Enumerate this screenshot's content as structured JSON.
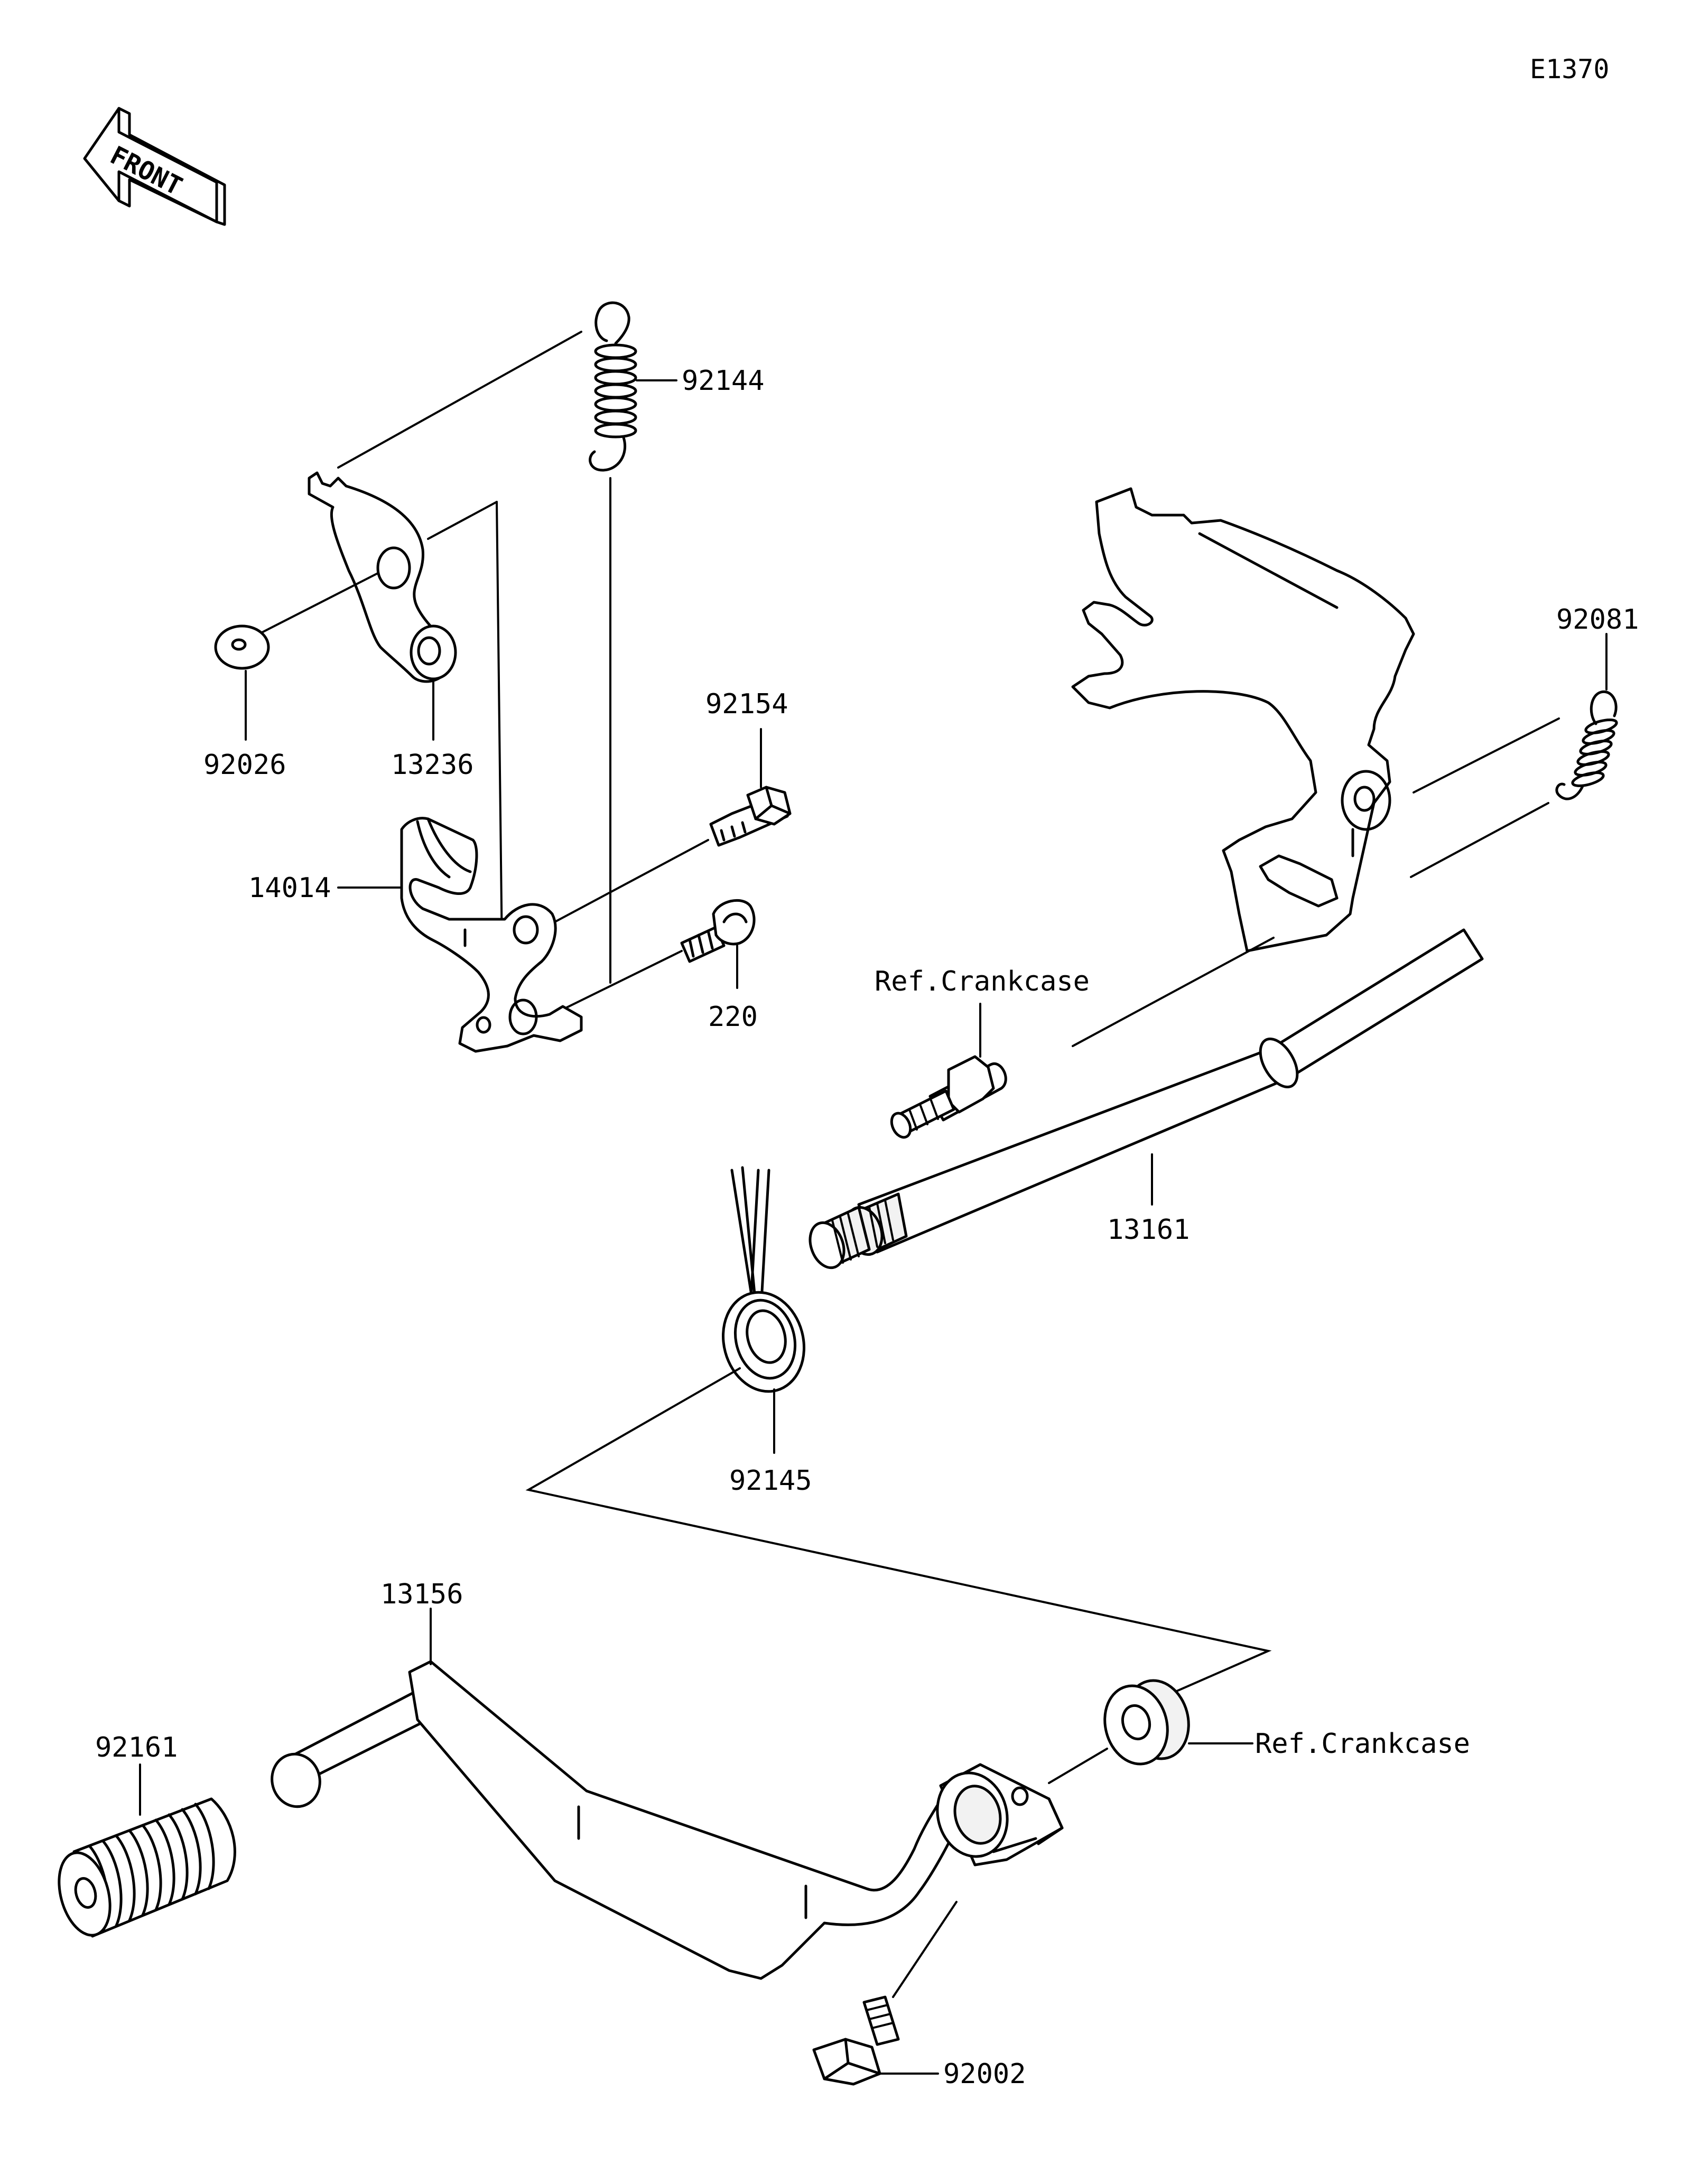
{
  "diagram_code": "E1370",
  "front_label": "FRONT",
  "parts": {
    "p92144": "92144",
    "p92026": "92026",
    "p13236": "13236",
    "p92154": "92154",
    "p14014": "14014",
    "p220": "220",
    "p92081": "92081",
    "ref_crankcase_top": "Ref.Crankcase",
    "p13161": "13161",
    "p92145": "92145",
    "p13156": "13156",
    "ref_crankcase_bottom": "Ref.Crankcase",
    "p92161": "92161",
    "p92002": "92002"
  }
}
